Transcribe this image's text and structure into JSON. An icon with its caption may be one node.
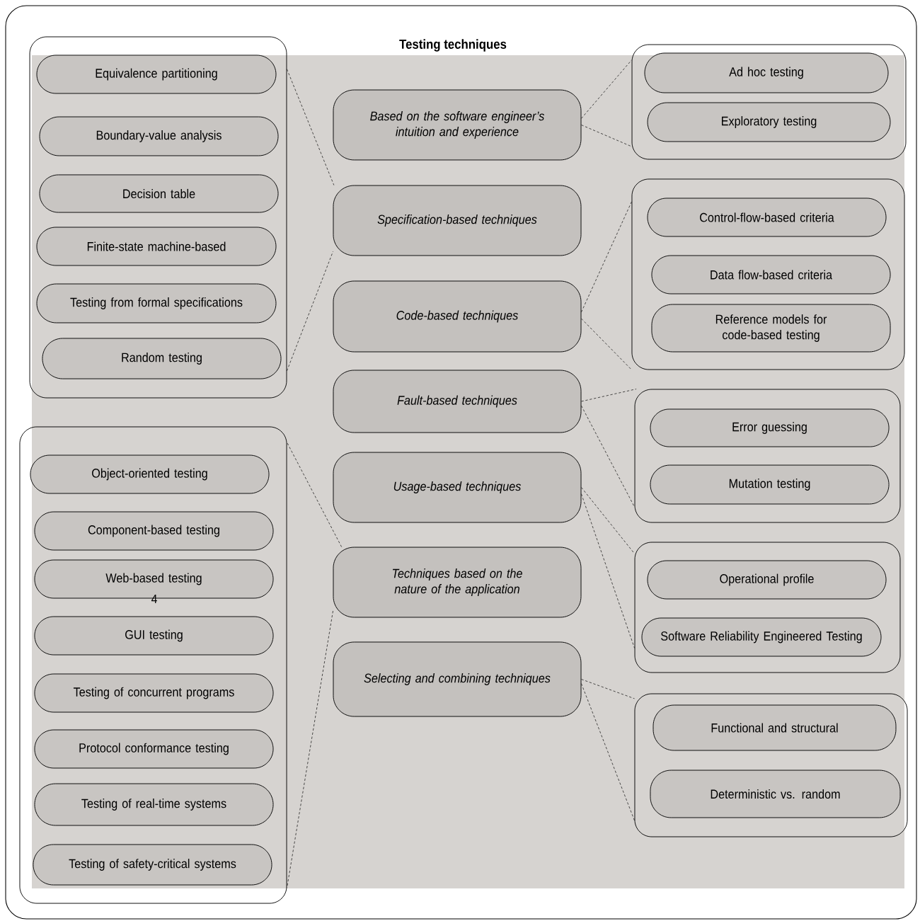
{
  "diagram": {
    "title": "Testing techniques",
    "nodes": [
      {
        "text": [],
        "shape": "box"
      },
      {
        "text": [
          "Equivalence partitioning"
        ],
        "in": 0
      },
      {
        "text": [
          "Boundary-value analysis"
        ],
        "in": 0
      },
      {
        "text": [
          "Decision table"
        ],
        "in": 0
      },
      {
        "text": [
          "Finite-state machine-based"
        ],
        "in": 0
      },
      {
        "text": [
          "Testing from formal specifications"
        ],
        "in": 0
      },
      {
        "text": [
          "Random testing"
        ],
        "in": 0
      },
      {
        "text": [
          "Based on the software engineer’s intuition and experience"
        ]
      },
      {
        "text": [],
        "shape": "box"
      },
      {
        "text": [
          "Ad hoc testing"
        ],
        "in": 8
      },
      {
        "text": [
          "Exploratory testing"
        ],
        "in": 8
      },
      {
        "text": [
          "Specification-based techniques"
        ]
      },
      {
        "text": [
          "Code-based techniques"
        ]
      },
      {
        "text": [],
        "shape": "box"
      },
      {
        "text": [
          "Control-flow-based criteria"
        ],
        "in": 13
      },
      {
        "text": [
          "Data flow-based criteria"
        ],
        "in": 13
      },
      {
        "text": [
          "Reference models for code-based testing"
        ],
        "in": 13
      },
      {
        "text": [
          "Fault-based techniques"
        ]
      },
      {
        "text": [],
        "shape": "box"
      },
      {
        "text": [
          "Error guessing"
        ],
        "in": 18
      },
      {
        "text": [
          "Mutation testing"
        ],
        "in": 18
      },
      {
        "text": [
          "Usage-based techniques"
        ]
      },
      {
        "text": [],
        "shape": "box"
      },
      {
        "text": [
          "Operational profile"
        ],
        "in": 22
      },
      {
        "text": [
          "Software Reliability Engineered Testing"
        ],
        "in": 22
      },
      {
        "text": [
          "Techniques based on the nature of the application"
        ]
      },
      {
        "text": [],
        "shape": "box"
      },
      {
        "text": [
          "Object-oriented testing"
        ],
        "in": 26
      },
      {
        "text": [
          "Component-based testing"
        ],
        "in": 26
      },
      {
        "text": [
          "Web-based testing"
        ],
        "in": 26
      },
      {
        "text": [
          "GUI testing"
        ],
        "in": 26
      },
      {
        "text": [
          "Testing of concurrent programs"
        ],
        "in": 26
      },
      {
        "text": [
          "Protocol conformance testing"
        ],
        "in": 26
      },
      {
        "text": [
          "Testing of real-time systems"
        ],
        "in": 26
      },
      {
        "text": [
          "Testing of safety-critical systems"
        ],
        "in": 26
      },
      {
        "text": [
          "Selecting and combining techniques"
        ]
      },
      {
        "text": [],
        "shape": "box"
      },
      {
        "text": [
          "Functional and structural"
        ],
        "in": 36
      },
      {
        "text": [
          "Deterministic vs. random"
        ],
        "in": 36
      }
    ],
    "edges": [
      {
        "from": 0,
        "to": 11,
        "arrow": "none"
      },
      {
        "from": 0,
        "to": 11,
        "arrow": "none"
      },
      {
        "from": 7,
        "to": 8,
        "arrow": "none"
      },
      {
        "from": 7,
        "to": 8,
        "arrow": "none"
      },
      {
        "from": 12,
        "to": 13,
        "arrow": "none"
      },
      {
        "from": 12,
        "to": 13,
        "arrow": "none"
      },
      {
        "from": 17,
        "to": 18,
        "arrow": "none"
      },
      {
        "from": 17,
        "to": 18,
        "arrow": "none"
      },
      {
        "from": 21,
        "to": 22,
        "arrow": "none"
      },
      {
        "from": 21,
        "to": 22,
        "arrow": "none"
      },
      {
        "from": 25,
        "to": 26,
        "arrow": "none"
      },
      {
        "from": 25,
        "to": 26,
        "arrow": "none"
      },
      {
        "from": 35,
        "to": 36,
        "arrow": "none"
      },
      {
        "from": 35,
        "to": 36,
        "arrow": "none"
      }
    ],
    "labels": [
      "4"
    ]
  }
}
